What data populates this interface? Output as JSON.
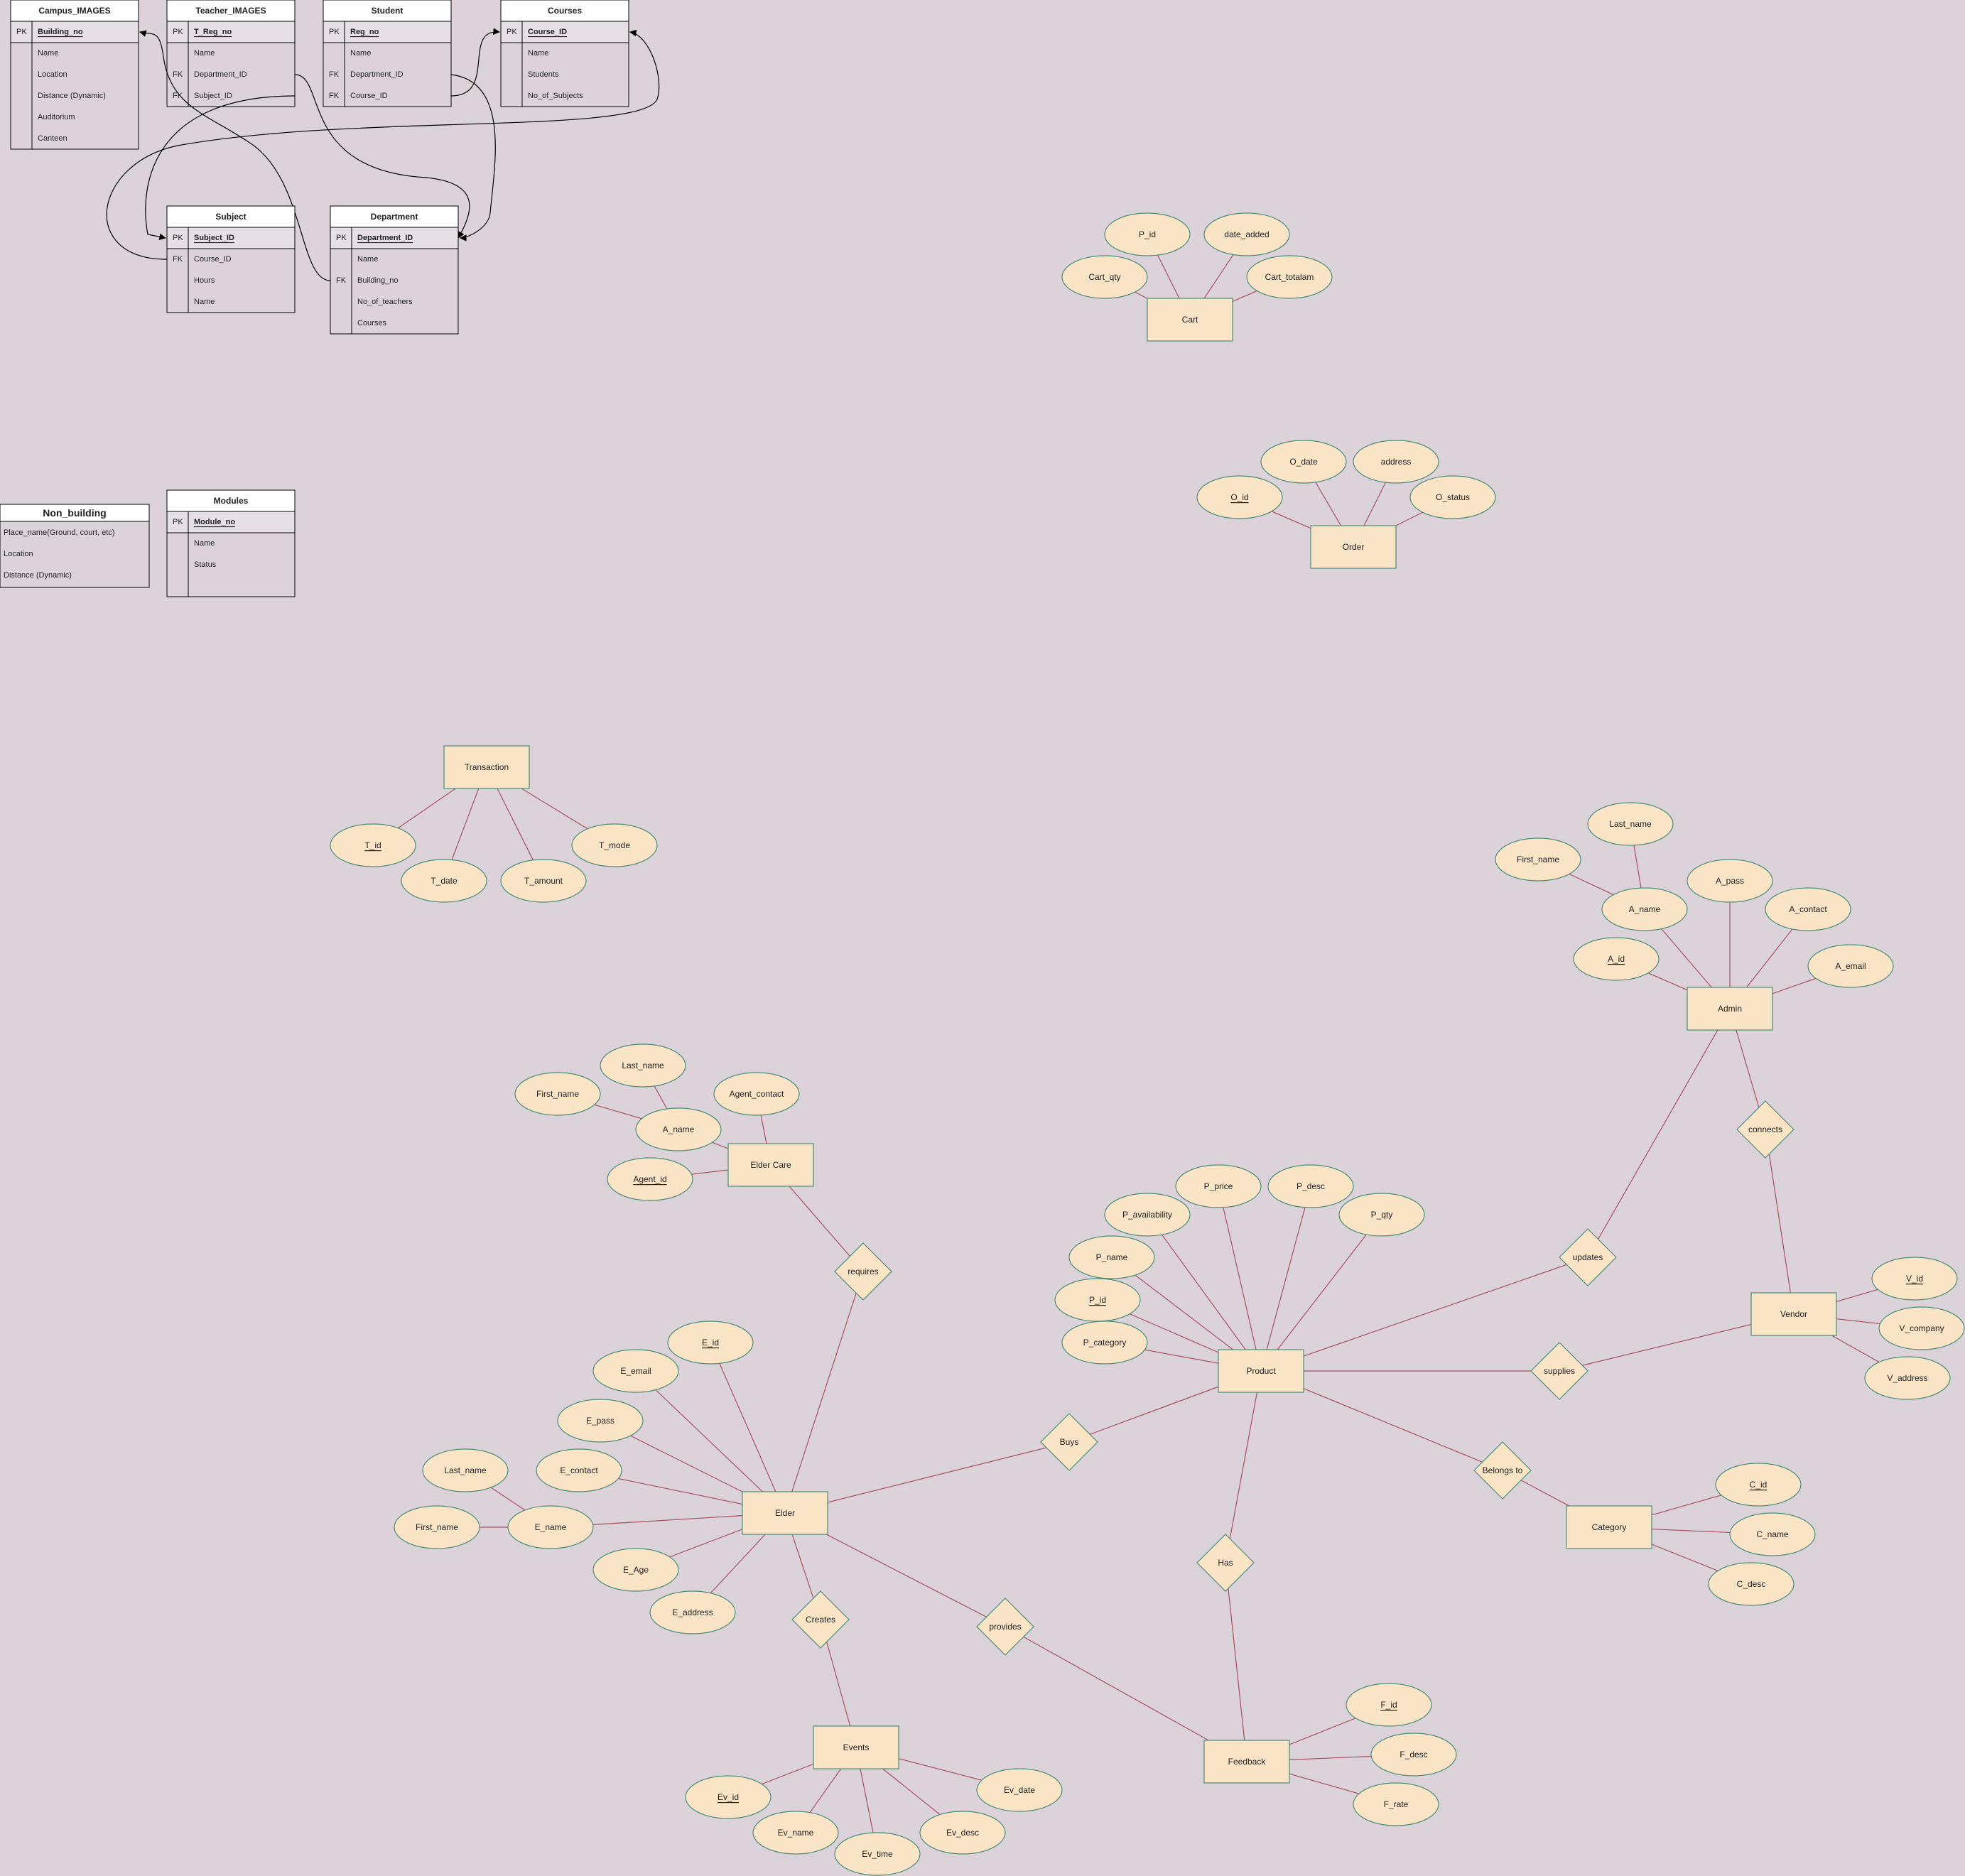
{
  "tables": [
    {
      "id": "campus",
      "title": "Campus_IMAGES",
      "rows": [
        {
          "key": "PK",
          "field": "Building_no",
          "pk": true
        },
        {
          "key": "",
          "field": "Name"
        },
        {
          "key": "",
          "field": "Location"
        },
        {
          "key": "",
          "field": "Distance (Dynamic)"
        },
        {
          "key": "",
          "field": "Auditorium"
        },
        {
          "key": "",
          "field": "Canteen"
        }
      ]
    },
    {
      "id": "teacher",
      "title": "Teacher_IMAGES",
      "rows": [
        {
          "key": "PK",
          "field": "T_Reg_no",
          "pk": true
        },
        {
          "key": "",
          "field": "Name"
        },
        {
          "key": "FK",
          "field": "Department_ID"
        },
        {
          "key": "FK",
          "field": "Subject_ID"
        }
      ]
    },
    {
      "id": "student",
      "title": "Student",
      "rows": [
        {
          "key": "PK",
          "field": "Reg_no",
          "pk": true
        },
        {
          "key": "",
          "field": "Name"
        },
        {
          "key": "FK",
          "field": "Department_ID"
        },
        {
          "key": "FK",
          "field": "Course_ID"
        }
      ]
    },
    {
      "id": "courses",
      "title": "Courses",
      "rows": [
        {
          "key": "PK",
          "field": "Course_ID",
          "pk": true
        },
        {
          "key": "",
          "field": "Name"
        },
        {
          "key": "",
          "field": "Students"
        },
        {
          "key": "",
          "field": "No_of_Subjects"
        }
      ]
    },
    {
      "id": "subject",
      "title": "Subject",
      "rows": [
        {
          "key": "PK",
          "field": "Subject_ID",
          "pk": true
        },
        {
          "key": "FK",
          "field": "Course_ID"
        },
        {
          "key": "",
          "field": "Hours"
        },
        {
          "key": "",
          "field": "Name"
        }
      ]
    },
    {
      "id": "department",
      "title": "Department",
      "rows": [
        {
          "key": "PK",
          "field": "Department_ID",
          "pk": true
        },
        {
          "key": "",
          "field": "Name"
        },
        {
          "key": "FK",
          "field": "Building_no"
        },
        {
          "key": "",
          "field": "No_of_teachers"
        },
        {
          "key": "",
          "field": "Courses"
        }
      ]
    },
    {
      "id": "modules",
      "title": "Modules",
      "rows": [
        {
          "key": "PK",
          "field": "Module_no",
          "pk": true
        },
        {
          "key": "",
          "field": "Name"
        },
        {
          "key": "",
          "field": "Status"
        },
        {
          "key": "",
          "field": ""
        }
      ]
    }
  ],
  "non_building": {
    "title": "Non_building",
    "items": [
      "Place_name(Ground, court, etc)",
      "Location",
      "Distance (Dynamic)"
    ]
  },
  "entities": [
    {
      "id": "cart",
      "label": "Cart"
    },
    {
      "id": "order",
      "label": "Order"
    },
    {
      "id": "transaction",
      "label": "Transaction"
    },
    {
      "id": "admin",
      "label": "Admin"
    },
    {
      "id": "eldercare",
      "label": "Elder Care"
    },
    {
      "id": "product",
      "label": "Product"
    },
    {
      "id": "vendor",
      "label": "Vendor"
    },
    {
      "id": "elder",
      "label": "Elder"
    },
    {
      "id": "category",
      "label": "Category"
    },
    {
      "id": "events",
      "label": "Events"
    },
    {
      "id": "feedback",
      "label": "Feedback"
    }
  ],
  "attributes": [
    {
      "id": "p_id_cart",
      "label": "P_id"
    },
    {
      "id": "date_added",
      "label": "date_added"
    },
    {
      "id": "cart_qty",
      "label": "Cart_qty"
    },
    {
      "id": "cart_totalam",
      "label": "Cart_totalam"
    },
    {
      "id": "o_date",
      "label": "O_date"
    },
    {
      "id": "address",
      "label": "address"
    },
    {
      "id": "o_id",
      "label": "O_id",
      "key": true
    },
    {
      "id": "o_status",
      "label": "O_status"
    },
    {
      "id": "t_id",
      "label": "T_id",
      "key": true
    },
    {
      "id": "t_date",
      "label": "T_date"
    },
    {
      "id": "t_amount",
      "label": "T_amount"
    },
    {
      "id": "t_mode",
      "label": "T_mode"
    },
    {
      "id": "adm_last",
      "label": "Last_name"
    },
    {
      "id": "adm_first",
      "label": "First_name"
    },
    {
      "id": "a_pass",
      "label": "A_pass"
    },
    {
      "id": "a_name",
      "label": "A_name"
    },
    {
      "id": "a_contact",
      "label": "A_contact"
    },
    {
      "id": "a_id",
      "label": "A_id",
      "key": true
    },
    {
      "id": "a_email",
      "label": "A_email"
    },
    {
      "id": "ec_last",
      "label": "Last_name"
    },
    {
      "id": "ec_first",
      "label": "First_name"
    },
    {
      "id": "agent_contact",
      "label": "Agent_contact"
    },
    {
      "id": "ec_aname",
      "label": "A_name"
    },
    {
      "id": "agent_id",
      "label": "Agent_id",
      "key": true
    },
    {
      "id": "p_price",
      "label": "P_price"
    },
    {
      "id": "p_desc",
      "label": "P_desc"
    },
    {
      "id": "p_avail",
      "label": "P_availability"
    },
    {
      "id": "p_qty",
      "label": "P_qty"
    },
    {
      "id": "p_name",
      "label": "P_name"
    },
    {
      "id": "p_id",
      "label": "P_id",
      "key": true
    },
    {
      "id": "p_category",
      "label": "P_category"
    },
    {
      "id": "v_id",
      "label": "V_id",
      "key": true
    },
    {
      "id": "v_company",
      "label": "V_company"
    },
    {
      "id": "v_address",
      "label": "V_address"
    },
    {
      "id": "e_id",
      "label": "E_id",
      "key": true
    },
    {
      "id": "e_email",
      "label": "E_email"
    },
    {
      "id": "e_pass",
      "label": "E_pass"
    },
    {
      "id": "el_last",
      "label": "Last_name"
    },
    {
      "id": "e_contact",
      "label": "E_contact"
    },
    {
      "id": "el_first",
      "label": "First_name"
    },
    {
      "id": "e_name",
      "label": "E_name"
    },
    {
      "id": "e_age",
      "label": "E_Age"
    },
    {
      "id": "e_address",
      "label": "E_address"
    },
    {
      "id": "c_id",
      "label": "C_id",
      "key": true
    },
    {
      "id": "c_name",
      "label": "C_name"
    },
    {
      "id": "c_desc",
      "label": "C_desc"
    },
    {
      "id": "f_id",
      "label": "F_id",
      "key": true
    },
    {
      "id": "f_desc",
      "label": "F_desc"
    },
    {
      "id": "f_rate",
      "label": "F_rate"
    },
    {
      "id": "ev_date",
      "label": "Ev_date"
    },
    {
      "id": "ev_id",
      "label": "Ev_id",
      "key": true
    },
    {
      "id": "ev_name",
      "label": "Ev_name"
    },
    {
      "id": "ev_desc",
      "label": "Ev_desc"
    },
    {
      "id": "ev_time",
      "label": "Ev_time"
    }
  ],
  "relationships": [
    {
      "id": "requires",
      "label": "requires"
    },
    {
      "id": "connects",
      "label": "connects"
    },
    {
      "id": "updates",
      "label": "updates"
    },
    {
      "id": "supplies",
      "label": "supplies"
    },
    {
      "id": "buys",
      "label": "Buys"
    },
    {
      "id": "belongs",
      "label": "Belongs to"
    },
    {
      "id": "has",
      "label": "Has"
    },
    {
      "id": "creates",
      "label": "Creates"
    },
    {
      "id": "provides",
      "label": "provides"
    }
  ],
  "colors": {
    "background": "#dcd3da",
    "shape_fill": "#fae4c6",
    "shape_stroke": "#4a8c7a",
    "er_line": "#a85060",
    "table_line": "#000000",
    "table_header": "#ffffff",
    "table_pk_row": "#e6e0e6"
  }
}
